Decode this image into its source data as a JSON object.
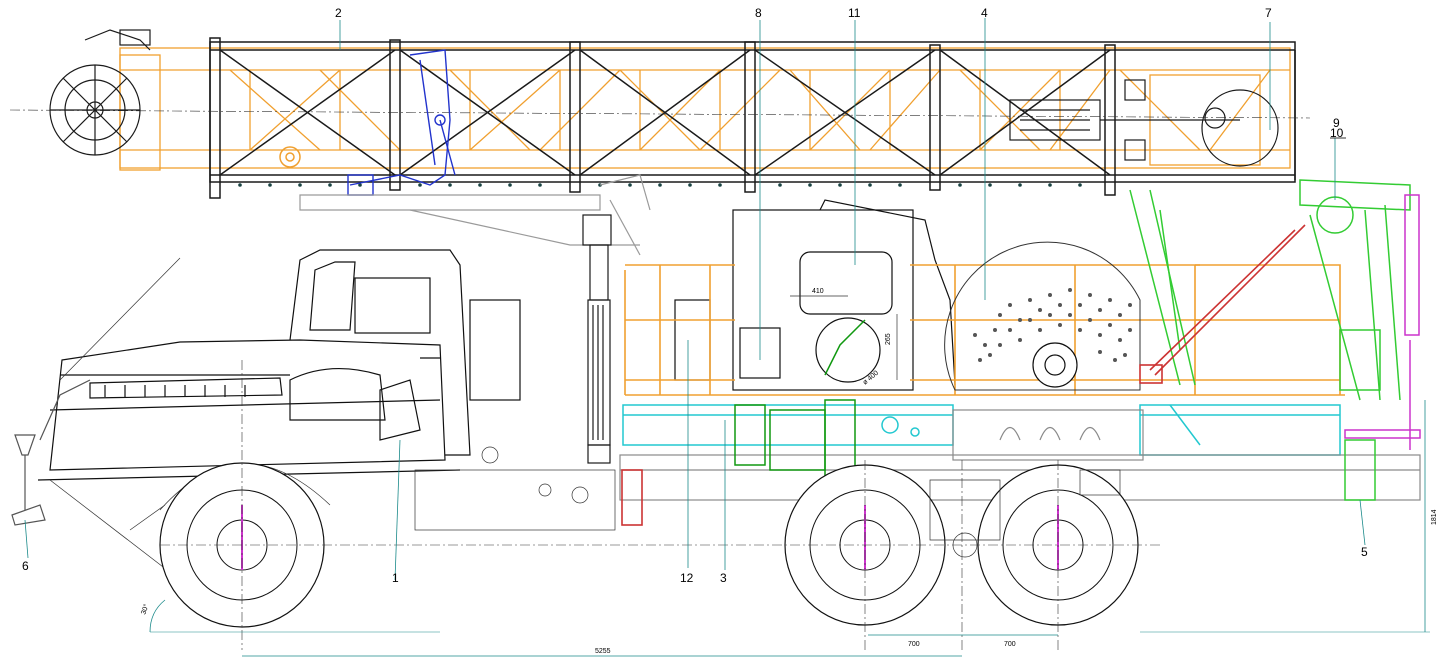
{
  "drawing": {
    "callouts": [
      "1",
      "2",
      "3",
      "4",
      "5",
      "6",
      "7",
      "8",
      "9",
      "10",
      "11",
      "12"
    ],
    "dimensions": {
      "frame_width": "410",
      "frame_height": "265",
      "window_diameter": "ø 400",
      "wheel_spacing_1": "700",
      "wheel_spacing_2": "700",
      "wheelbase": "5255",
      "mast_height": "1814",
      "approach_angle": "30°"
    },
    "colors": {
      "mast": "#f0a030",
      "mast_frame": "#1a1a1a",
      "linkage": "#2233cc",
      "platform_rail": "#f0a030",
      "chassis": "#22c8d0",
      "support_frame": "#33cc33",
      "jack": "#cc3333",
      "outrigger": "#cc33cc",
      "drive": "#119911",
      "dim_line": "#1a8a8a"
    }
  }
}
